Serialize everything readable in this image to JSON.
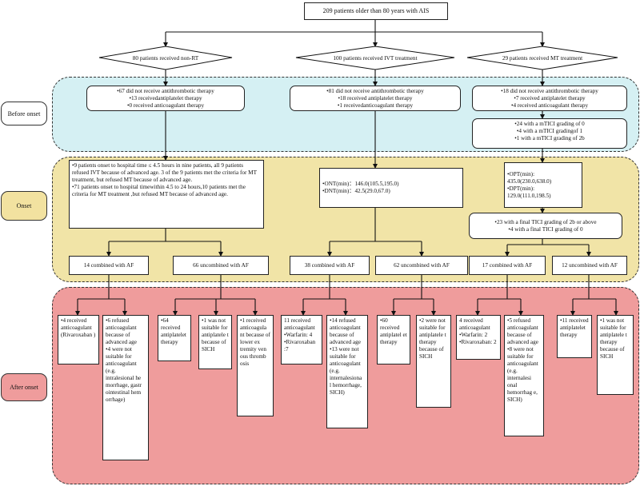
{
  "top": "209 patients older than 80 years with AIS",
  "stages": {
    "before": "Before onset",
    "onset": "Onset",
    "after": "After onset"
  },
  "diamonds": [
    "80 patients received non-RT",
    "100 patients received IVT treatment",
    "29 patients received MT treatment"
  ],
  "before": {
    "nonrt": [
      "•67 did not receive antithrombotic therapy",
      "•13 receivedantiplatelet therapy",
      "•0 received anticoagulant therapy"
    ],
    "ivt": [
      "•81 did not receive antithrombotic therapy",
      "•18 received antiplatelet therapy",
      "•1 receivedanticoagulant therapy"
    ],
    "mt": [
      "•18 did not receive antithrombotic therapy",
      "•7 received antiplatelet therapy",
      "•4 received anticoagulant therapy"
    ],
    "mt_mtici": [
      "•24 with a mTICI grading of 0",
      "•4 with a mTICI  gradingof 1",
      "•1 with a mTICI grading of 2b"
    ]
  },
  "onset": {
    "nonrt": [
      "•9 patients onset to hospital time ≤ 4.5 hours in nine patients, all 9 patients refused IVT because of advanced age. 3 of the 9 patients met the criteria for MT treatment, but refused MT because of advanced age.",
      "•71 patients onset to hospital timewithin 4.5 to 24 hours,10 patients met the criteria for MT treatment ,but refused MT because of advanced age."
    ],
    "ivt": [
      "•ONT(min)：146.0(105.5,195.0)",
      "•DNT(min)：42.5(29.0,67.0)"
    ],
    "mt": [
      "•OPT(min):",
      "435.0(230.0,638.0)",
      "•DPT(min):",
      "129.0(111.0,198.5)"
    ],
    "mt_tici": [
      "•23 with a final TICI grading of 2b or above",
      "•4 with a final TICI grading of 0"
    ]
  },
  "af": [
    "14 combined with AF",
    "66 uncombined with AF",
    "38 combined with AF",
    "62 uncombined with AF",
    "17 combined with AF",
    "12 uncombined with AF"
  ],
  "after": [
    [
      "•4  received anticoagulant (Rivaroxaban )"
    ],
    [
      "•6  refused anticoagulant because of advanced age",
      "•4 were not suitable for anticoagulant (e.g. intralesional he morrhage, gastr ointestinal hem orrhage)"
    ],
    [
      "•64 received antiplatelet therapy"
    ],
    [
      "•1 was not suitable for antiplatele t because of SICH"
    ],
    [
      "•1 received anticoagula nt because of lower ex tremity ven ous thromb osis"
    ],
    [
      "11 received anticoagulant",
      "•Warfarin: 4",
      "•Rivaroxaban :7"
    ],
    [
      "•14 refused anticoagulant because of advanced age",
      "•13 were not suitable for anticoagulant (e.g. internalesiona l hemorrhage, SICH)"
    ],
    [
      "•60 received antiplatel et therapy"
    ],
    [
      "•2 were not suitable for antiplatele t therapy because of SICH"
    ],
    [
      "4 received anticoagulant",
      "•Warfarin: 2",
      "•Rivaroxaban: 2"
    ],
    [
      "•5 refused anticoagulant because of advanced age",
      "•8 were not suitable for anticoagulant (e.g. internalesi onal hemorrhag e, SICH)"
    ],
    [
      "•11 received antiplatelet therapy"
    ],
    [
      "•1 was not suitable for antiplatele t therapy because of SICH"
    ]
  ],
  "colors": {
    "before_band": "#d5f0f3",
    "onset_band": "#f1e4a7",
    "after_band": "#ef9c9c",
    "onset_label": "#f2e2a0",
    "after_label": "#ef9c9c",
    "line": "#111111"
  }
}
